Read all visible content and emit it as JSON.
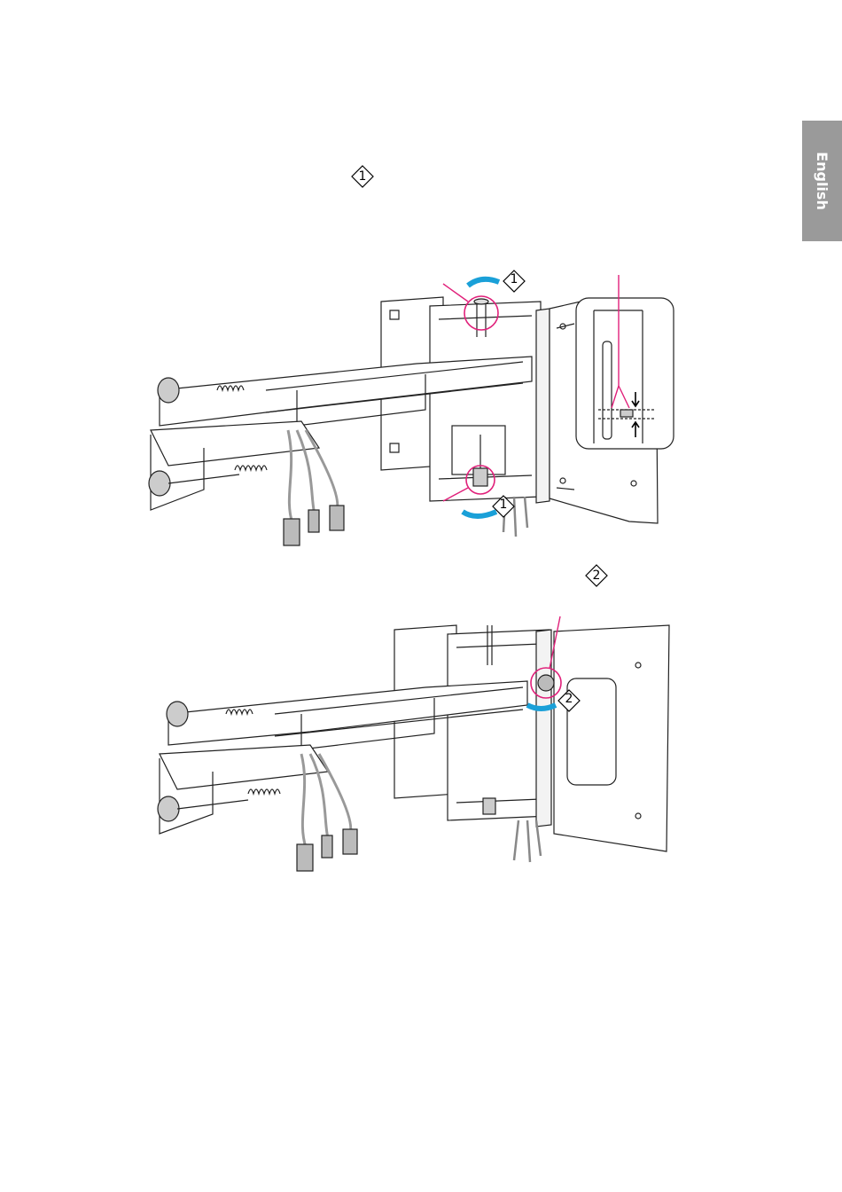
{
  "side_tab": {
    "label": "English"
  },
  "inline_markers": {
    "step1": "1",
    "step2": "2"
  },
  "figure1": {
    "markers": [
      "1",
      "1"
    ]
  },
  "figure2": {
    "markers": [
      "2"
    ]
  },
  "colors": {
    "accent_magenta": "#e0207a",
    "arrow_cyan": "#1aa0d8",
    "tab_gray": "#9a9a9a"
  }
}
